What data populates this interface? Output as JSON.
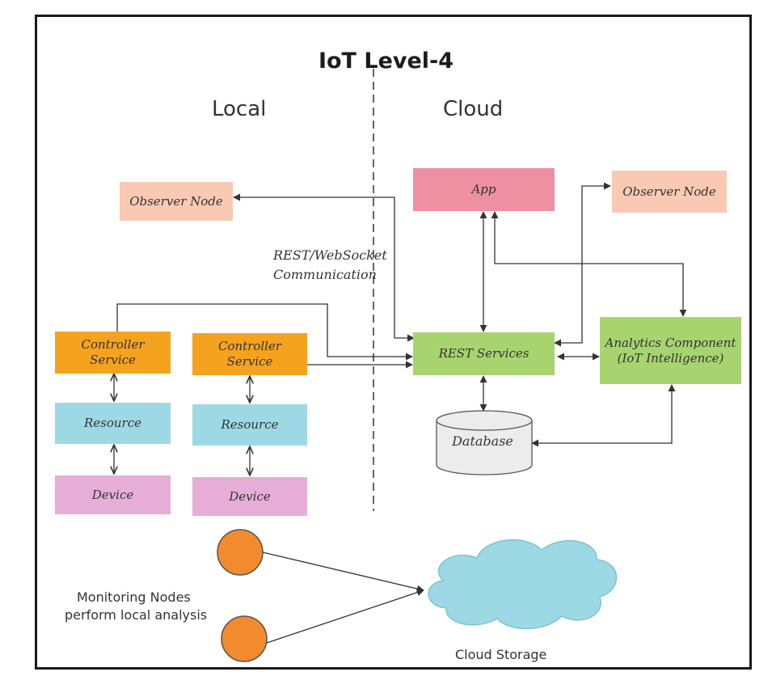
{
  "title": "IoT Level-4",
  "headings": {
    "local": "Local",
    "cloud": "Cloud"
  },
  "nodes": {
    "observer_local": "Observer Node",
    "app": "App",
    "observer_cloud": "Observer Node",
    "controller_1": "Controller Service",
    "controller_2": "Controller Service",
    "resource_1": "Resource",
    "resource_2": "Resource",
    "device_1": "Device",
    "device_2": "Device",
    "rest_services": "REST Services",
    "analytics": "Analytics Component (IoT Intelligence)",
    "database": "Database"
  },
  "labels": {
    "rest_websocket_line1": "REST/WebSocket",
    "rest_websocket_line2": "Communication",
    "monitoring_line1": "Monitoring Nodes",
    "monitoring_line2": "perform local analysis",
    "cloud_storage": "Cloud Storage"
  },
  "colors": {
    "observer": "#f9c9b3",
    "app": "#ee8fa2",
    "controller": "#f5a31f",
    "rest_services": "#a7d46f",
    "resource": "#9dd9e4",
    "device": "#e6aed6",
    "monitoring_node": "#f28a2e",
    "cloud": "#9dd9e4"
  }
}
